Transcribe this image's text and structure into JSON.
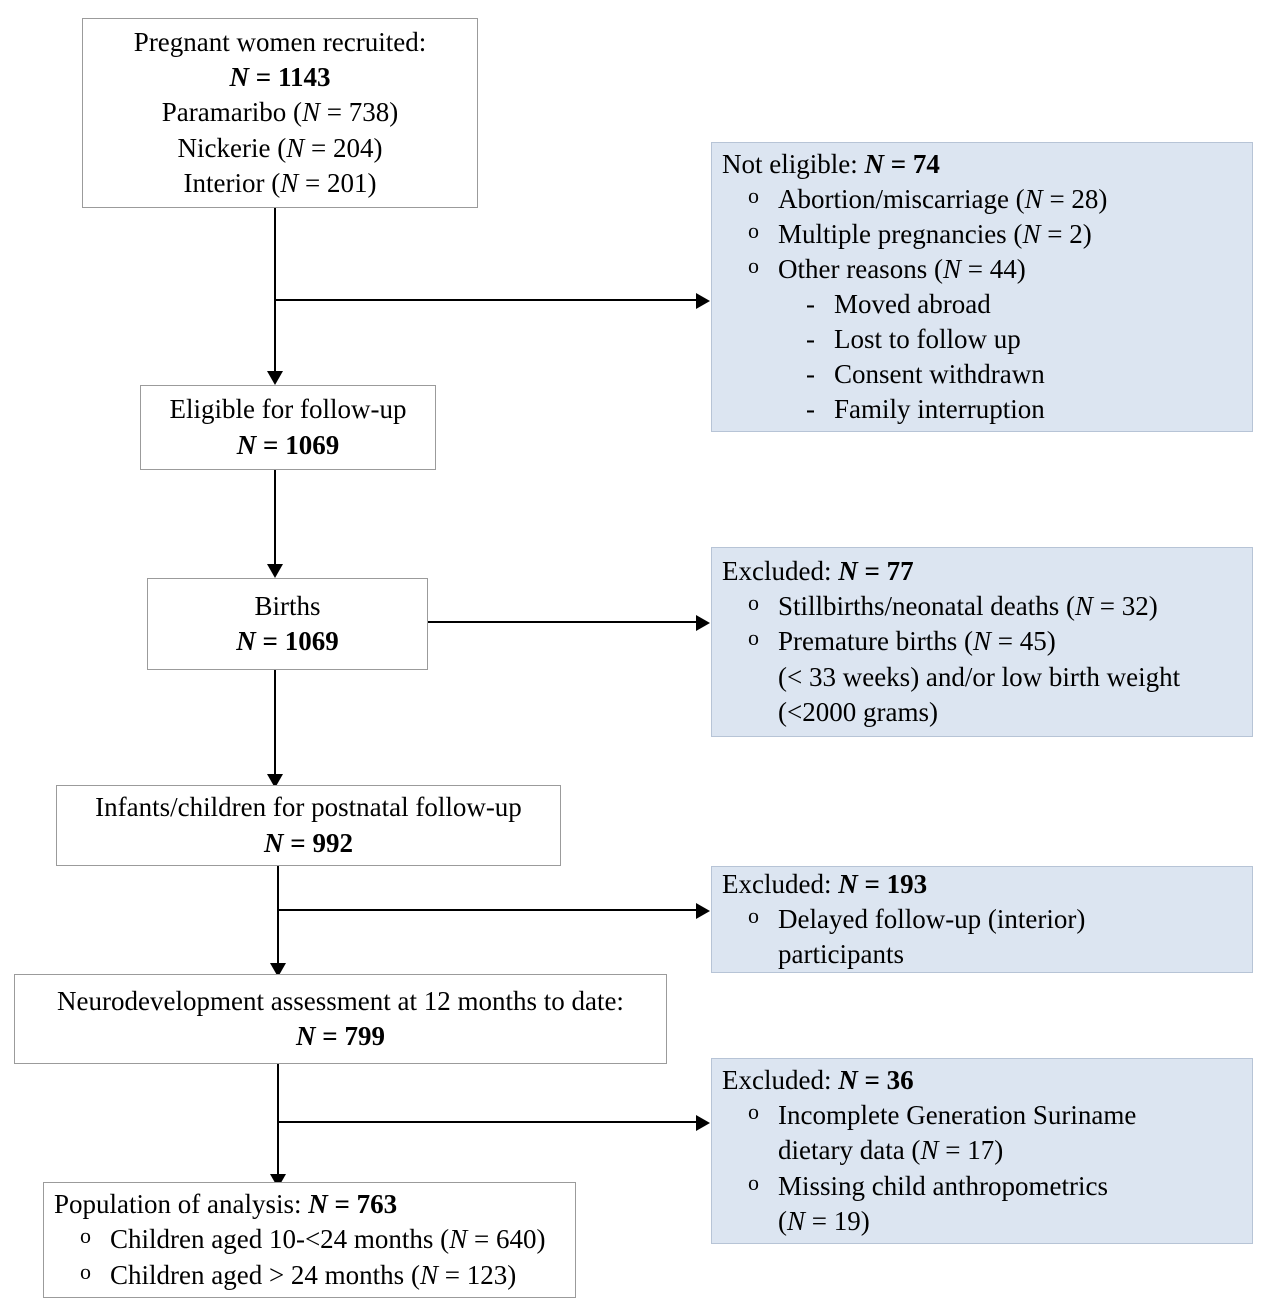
{
  "diagram": {
    "type": "participant-flow-chart",
    "title": "Study participant flow",
    "colors": {
      "box_border": "#9b9b9b",
      "box_background": "#ffffff",
      "excluded_background": "#dce5f1",
      "excluded_border": "#b7c4d6",
      "connector": "#000000"
    }
  },
  "nodes": {
    "recruited": {
      "line1": "Pregnant women recruited:",
      "line2_label": "N",
      "line2_eq": " = ",
      "line2_value": "1143",
      "sites": [
        {
          "name": "Paramaribo",
          "n": "738"
        },
        {
          "name": "Nickerie ",
          "n": "204"
        },
        {
          "name": "Interior",
          "n": "201"
        }
      ]
    },
    "eligible": {
      "line1": "Eligible for follow-up",
      "label": "N",
      "eq": " = ",
      "value": "1069"
    },
    "births": {
      "line1": "Births",
      "label": "N",
      "eq": " = ",
      "value": "1069"
    },
    "postnatal": {
      "line1": "Infants/children for postnatal follow-up",
      "label": "N",
      "eq": " = ",
      "value": "992"
    },
    "neurodev": {
      "line1": "Neurodevelopment assessment at 12 months to date:",
      "label": "N",
      "eq": " = ",
      "value": "799"
    },
    "population": {
      "heading_text": "Population of analysis: ",
      "heading_label": "N",
      "heading_eq": " = ",
      "heading_value": "763",
      "items": [
        {
          "text": "Children aged 10-<24 months (",
          "label": "N",
          "eq": " = ",
          "value": "640",
          "close": ")"
        },
        {
          "text": "Children aged > 24 months (",
          "label": "N",
          "eq": " = ",
          "value": "123",
          "close": ")"
        }
      ]
    }
  },
  "excluded": {
    "not_eligible": {
      "heading_text": "Not eligible: ",
      "heading_label": "N",
      "heading_eq": " = ",
      "heading_value": "74",
      "items": [
        {
          "text": "Abortion/miscarriage (",
          "label": "N",
          "eq": " = ",
          "value": "28",
          "close": ")"
        },
        {
          "text": "Multiple pregnancies (",
          "label": "N",
          "eq": " = ",
          "value": "2",
          "close": ")"
        },
        {
          "text": "Other reasons (",
          "label": "N",
          "eq": " = ",
          "value": "44",
          "close": ")"
        }
      ],
      "sub_items": [
        "Moved abroad",
        "Lost to follow up",
        "Consent withdrawn",
        "Family interruption"
      ]
    },
    "births_excluded": {
      "heading_text": "Excluded: ",
      "heading_label": "N",
      "heading_eq": " = ",
      "heading_value": "77",
      "items": [
        {
          "text": "Stillbirths/neonatal deaths (",
          "label": "N",
          "eq": " = ",
          "value": "32",
          "close": ")"
        },
        {
          "text": "Premature births (",
          "label": "N",
          "eq": " = ",
          "value": "45",
          "close": ")"
        }
      ],
      "continuation": [
        "(< 33 weeks) and/or low birth weight",
        "(<2000 grams)"
      ]
    },
    "delayed_excluded": {
      "heading_text": "Excluded: ",
      "heading_label": "N",
      "heading_eq": " = ",
      "heading_value": "193",
      "item_line1": "Delayed follow-up (interior)",
      "item_line2": "participants"
    },
    "data_excluded": {
      "heading_text": "Excluded: ",
      "heading_label": "N",
      "heading_eq": " = ",
      "heading_value": "36",
      "item1_line1": "Incomplete Generation Suriname",
      "item1_line2_text": "dietary data (",
      "item1_label": "N",
      "item1_eq": " = ",
      "item1_value": "17",
      "item1_close": ")",
      "item2_line1": "Missing child anthropometrics",
      "item2_line2_open": "(",
      "item2_label": "N",
      "item2_eq": " = ",
      "item2_value": "19",
      "item2_close": ")"
    }
  }
}
